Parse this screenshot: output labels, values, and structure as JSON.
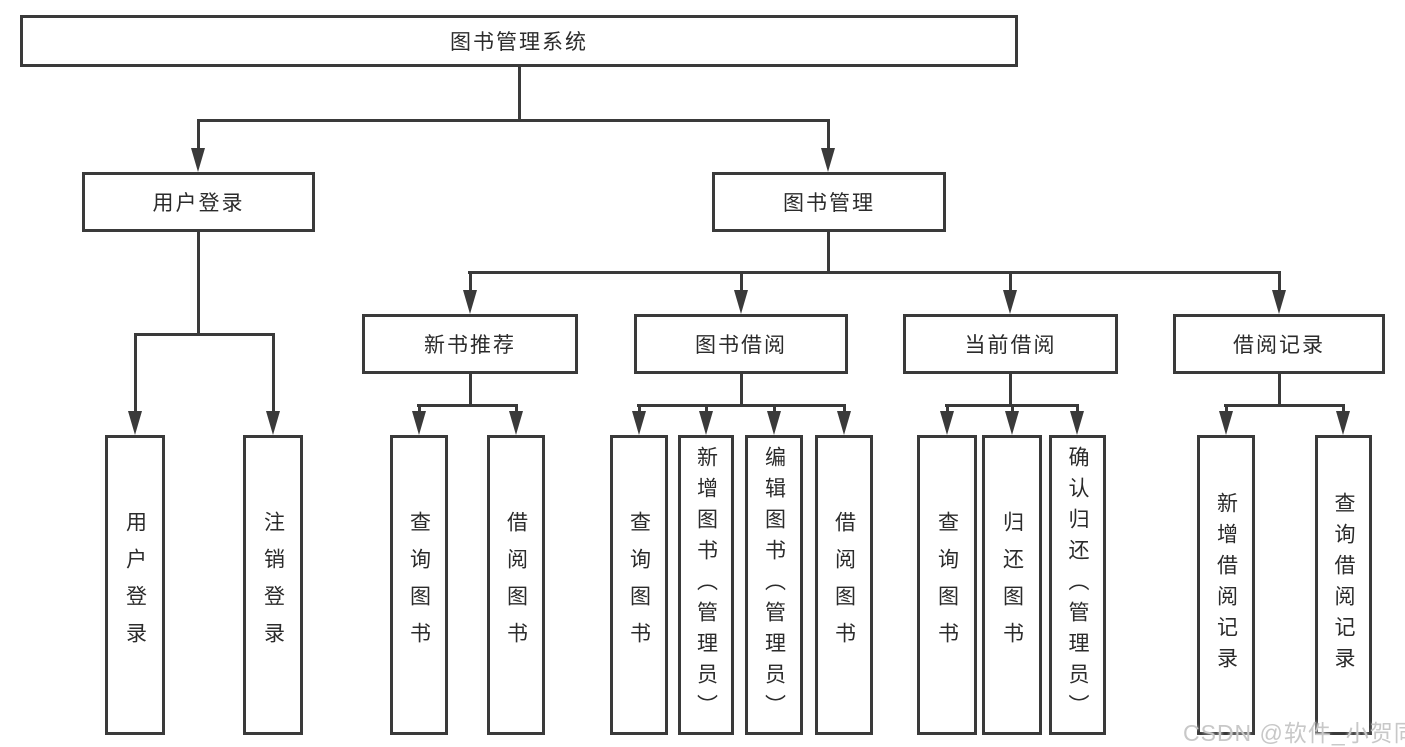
{
  "diagram": {
    "root": {
      "label": "图书管理系统"
    },
    "level2": [
      {
        "label": "用户登录"
      },
      {
        "label": "图书管理"
      }
    ],
    "level3": [
      {
        "label": "新书推荐"
      },
      {
        "label": "图书借阅"
      },
      {
        "label": "当前借阅"
      },
      {
        "label": "借阅记录"
      }
    ],
    "leaves": {
      "user_login": [
        "用户登录",
        "注销登录"
      ],
      "new_book_recommend": [
        "查询图书",
        "借阅图书"
      ],
      "book_borrow": [
        "查询图书",
        "新增图书（管理员）",
        "编辑图书（管理员）",
        "借阅图书"
      ],
      "current_borrow": [
        "查询图书",
        "归还图书",
        "确认归还（管理员）"
      ],
      "borrow_record": [
        "新增借阅记录",
        "查询借阅记录"
      ]
    },
    "watermark": "CSDN @软件_小贺同学",
    "colors": {
      "line": "#3a3a3a",
      "text": "#2b2b2b",
      "background": "#ffffff",
      "watermark": "#c8c8c8"
    }
  }
}
